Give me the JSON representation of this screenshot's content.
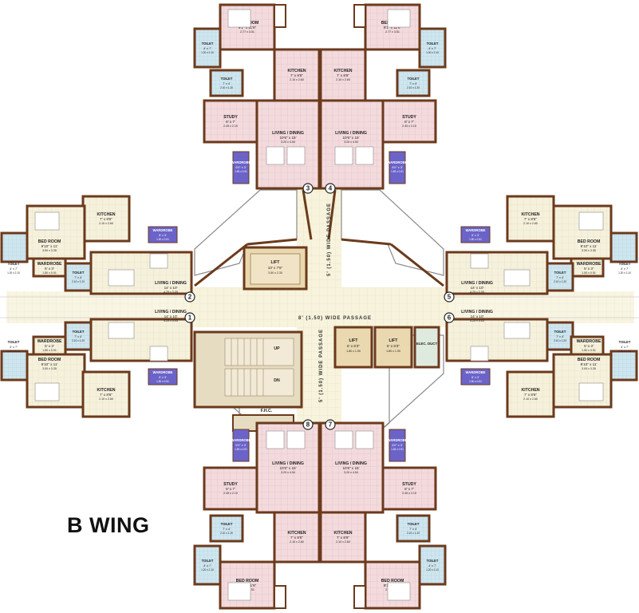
{
  "wing_title": "B WING",
  "passages": {
    "horizontal": "8' (1.50) WIDE PASSAGE",
    "vertical": "5' (1.50) WIDE PASSAGE"
  },
  "core": {
    "lift_large": {
      "name": "LIFT",
      "dim": "10' x 7'6\"",
      "metric": "3.50 x 2.30"
    },
    "lift_a": {
      "name": "LIFT",
      "dim": "6' x 6'3\"",
      "metric": "1.80 x 1.90"
    },
    "lift_b": {
      "name": "LIFT",
      "dim": "6' x 6'3\"",
      "metric": "1.80 x 1.90"
    },
    "elec_duct": "ELEC. DUCT",
    "stair_up": "UP",
    "stair_dn": "DN",
    "fhc": "F.H.C."
  },
  "flat_numbers": [
    "1",
    "2",
    "3",
    "4",
    "5",
    "6",
    "7",
    "8"
  ],
  "rooms": {
    "bed_room_top": {
      "name": "BED ROOM",
      "dim": "9'1\" x 11'6\"",
      "metric": "2.77 x 3.51"
    },
    "bed_room_side": {
      "name": "BED ROOM",
      "dim": "9'10\" x 11'",
      "metric": "3.00 x 3.35"
    },
    "kitchen_top": {
      "name": "KITCHEN",
      "dim": "7' x 8'6\"",
      "metric": "2.10 x 2.60"
    },
    "kitchen_side": {
      "name": "KITCHEN",
      "dim": "7' x 8'6\"",
      "metric": "2.10 x 2.60"
    },
    "living_top": {
      "name": "LIVING / DINING",
      "dim": "10'6\" x 15'",
      "metric": "3.20 x 4.54"
    },
    "living_side": {
      "name": "LIVING / DINING",
      "dim": "14' x 10'",
      "metric": "4.25 x 3.05"
    },
    "study": {
      "name": "STUDY",
      "dim": "8' x 7'",
      "metric": "2.45 x 2.10"
    },
    "toilet_a": {
      "name": "TOILET",
      "dim": "4' x 7'",
      "metric": "1.20 x 2.10"
    },
    "toilet_b": {
      "name": "TOILET",
      "dim": "7' x 4'",
      "metric": "2.10 x 1.20"
    },
    "wardrobe": {
      "name": "WARDROBE",
      "dim": "5' x 3'",
      "metric": "1.50 x 0.91"
    },
    "wardrobe_small": {
      "name": "WARDROBE",
      "dim": "6'0\" x 3'",
      "metric": "1.83 x 0.91"
    }
  },
  "colors": {
    "wall": "#6b3a1c",
    "room_pink": "#f3dadd",
    "room_cream": "#f6f1dc",
    "toilet_blue": "#cfe6ef",
    "wardrobe_purple": "#6b63c8",
    "passage": "#f7f3dc",
    "stair": "#e6dcc2",
    "lift": "#ead8b0"
  }
}
